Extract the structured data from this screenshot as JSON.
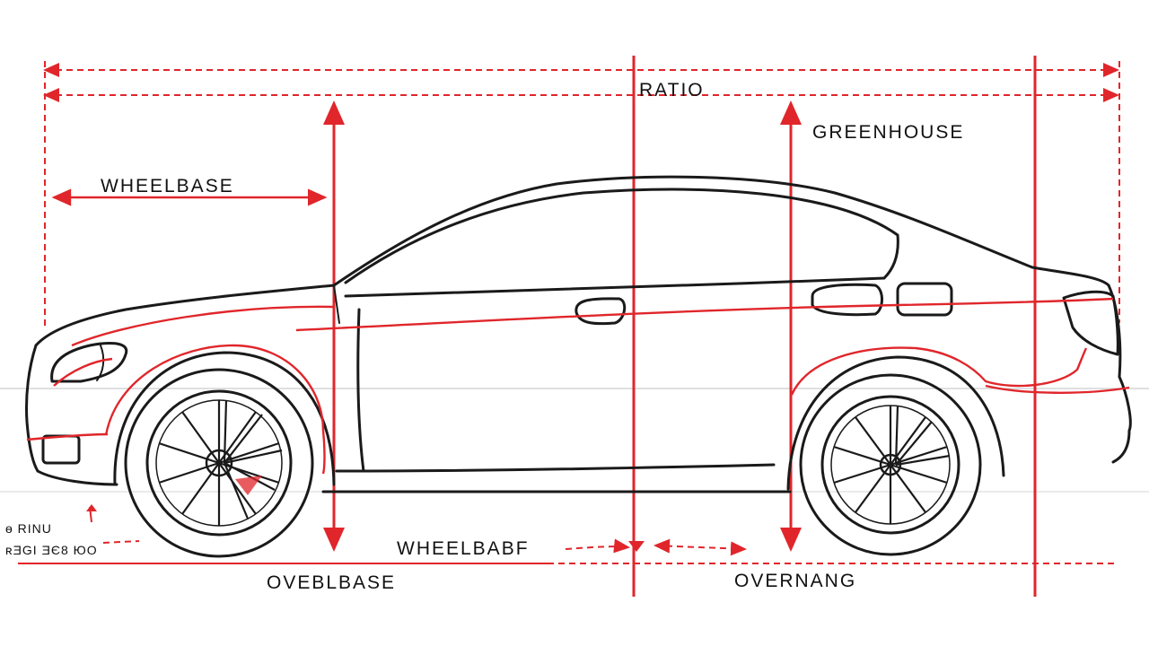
{
  "labels": {
    "ratio": "RATIO",
    "greenhouse": "GREENHOUSE",
    "wheelbase_top": "WHEELBASE",
    "wheelbase_bottom": "WHEELBABF",
    "overhang_left": "OVEBLBASE",
    "overhang_right": "OVERNANG",
    "side_note_line1": "ɵ RINU",
    "side_note_line2": "ʀƎGI ƎЄ8 ЮO"
  },
  "colors": {
    "accent": "#e0262b",
    "outline": "#1a1a1a",
    "background": "#ffffff"
  }
}
